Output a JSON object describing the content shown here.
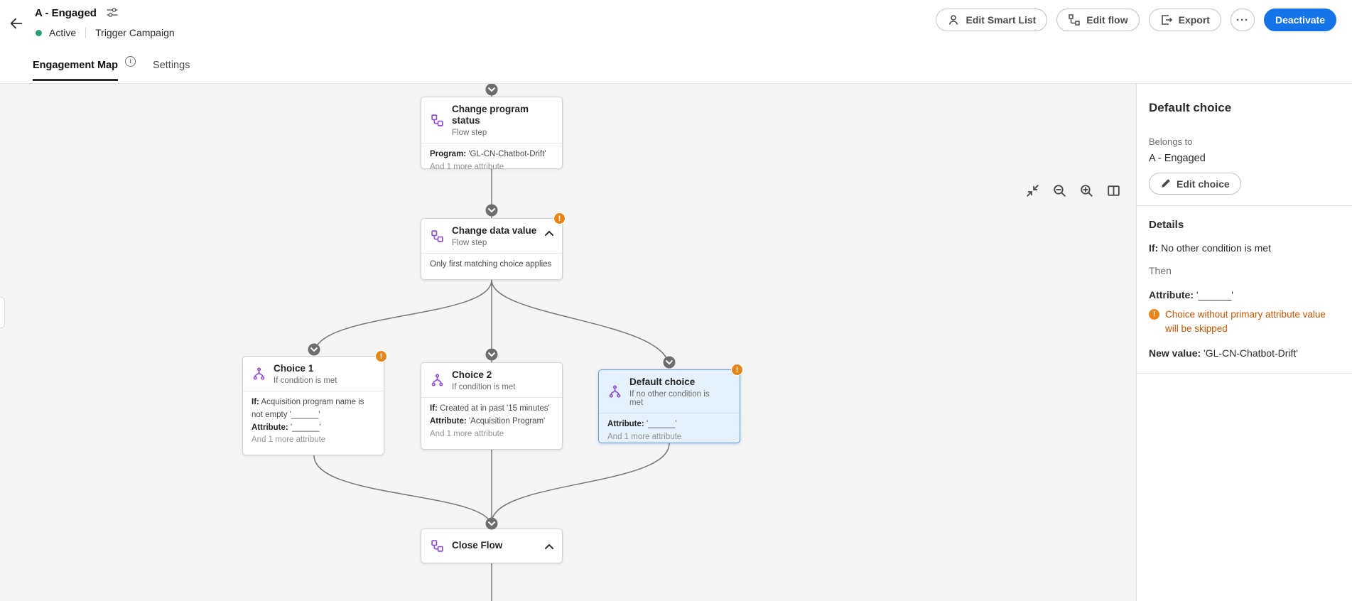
{
  "colors": {
    "accent": "#1473e6",
    "warning_badge": "#e68619",
    "warning_text": "#c25705",
    "selected_node_bg": "#e5f1fc",
    "status_active_dot": "#2d9d78",
    "canvas_bg": "#f5f5f5"
  },
  "icons": {
    "warning": "!",
    "info": "i"
  },
  "header": {
    "title": "A - Engaged",
    "status": "Active",
    "campaign_type": "Trigger Campaign",
    "buttons": {
      "edit_smart_list": "Edit Smart List",
      "edit_flow": "Edit flow",
      "export": "Export",
      "more": "···",
      "deactivate": "Deactivate"
    }
  },
  "tabs": {
    "engagement_map": "Engagement Map",
    "settings": "Settings"
  },
  "canvas": {
    "controls": {
      "fit": "fit-view",
      "zoom_out": "zoom-out",
      "zoom_in": "zoom-in",
      "minimap": "minimap"
    },
    "nodes": [
      {
        "title": "Change program status",
        "subtitle": "Flow step",
        "attrs": [
          {
            "label": "Program:",
            "value": "'GL-CN-Chatbot-Drift'"
          }
        ],
        "more": "And 1 more attribute"
      },
      {
        "title": "Change data value",
        "subtitle": "Flow step",
        "note": "Only first matching choice applies"
      },
      {
        "title": "Choice 1",
        "subtitle": "If condition is met",
        "attrs": [
          {
            "label": "If:",
            "value": "Acquisition program name is not empty '______'"
          },
          {
            "label": "Attribute:",
            "value": "'______'"
          }
        ],
        "more": "And 1 more attribute"
      },
      {
        "title": "Choice 2",
        "subtitle": "If condition is met",
        "attrs": [
          {
            "label": "If:",
            "value": "Created at in past '15 minutes'"
          },
          {
            "label": "Attribute:",
            "value": "'Acquisition Program'"
          }
        ],
        "more": "And 1 more attribute"
      },
      {
        "title": "Default choice",
        "subtitle": "If no other condition is met",
        "attrs": [
          {
            "label": "Attribute:",
            "value": "'______'"
          }
        ],
        "more": "And 1 more attribute"
      },
      {
        "title": "Close Flow"
      }
    ]
  },
  "panel": {
    "title": "Default choice",
    "belongs_to_label": "Belongs to",
    "belongs_to_value": "A - Engaged",
    "edit_choice_button": "Edit choice",
    "details_title": "Details",
    "if_label": "If:",
    "if_value": "No other condition is met",
    "then_text": "Then",
    "attribute_label": "Attribute:",
    "attribute_value": "'______'",
    "warning_text": "Choice without primary attribute value will be skipped",
    "new_value_label": "New value:",
    "new_value_value": "'GL-CN-Chatbot-Drift'"
  }
}
